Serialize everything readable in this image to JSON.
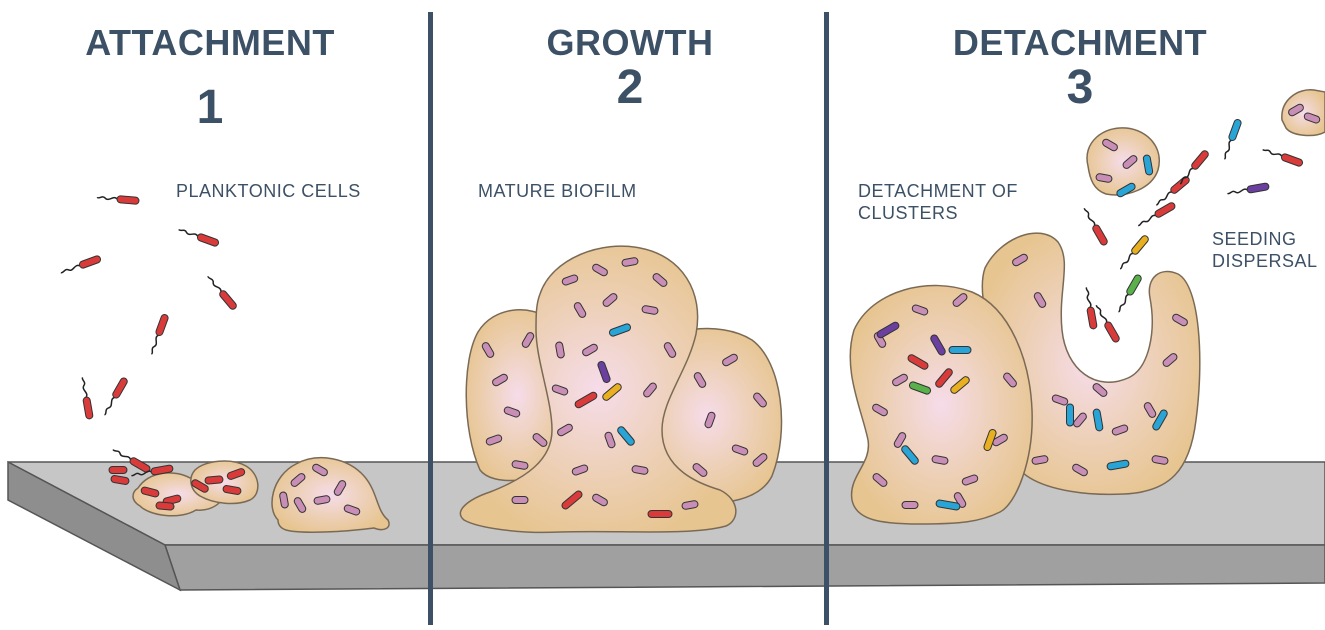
{
  "stages": [
    {
      "title": "ATTACHMENT",
      "number": "1"
    },
    {
      "title": "GROWTH",
      "number": "2"
    },
    {
      "title": "DETACHMENT",
      "number": "3"
    }
  ],
  "labels": {
    "planktonic": "PLANKTONIC CELLS",
    "mature": "MATURE BIOFILM",
    "detach_line1": "DETACHMENT OF",
    "detach_line2": "CLUSTERS",
    "seed_line1": "SEEDING",
    "seed_line2": "DISPERSAL"
  },
  "colors": {
    "text": "#3d5166",
    "surface_top": "#c6c6c6",
    "surface_front": "#a0a0a0",
    "biofilm_fill": "#e7c591",
    "biofilm_stroke": "#7a6a55",
    "cell_pink": "#c98eb6",
    "cell_red": "#d93b3b",
    "cell_blue": "#29a4d6",
    "cell_purple": "#6b3fa0",
    "cell_yellow": "#e8b020",
    "cell_green": "#5ab04a"
  }
}
